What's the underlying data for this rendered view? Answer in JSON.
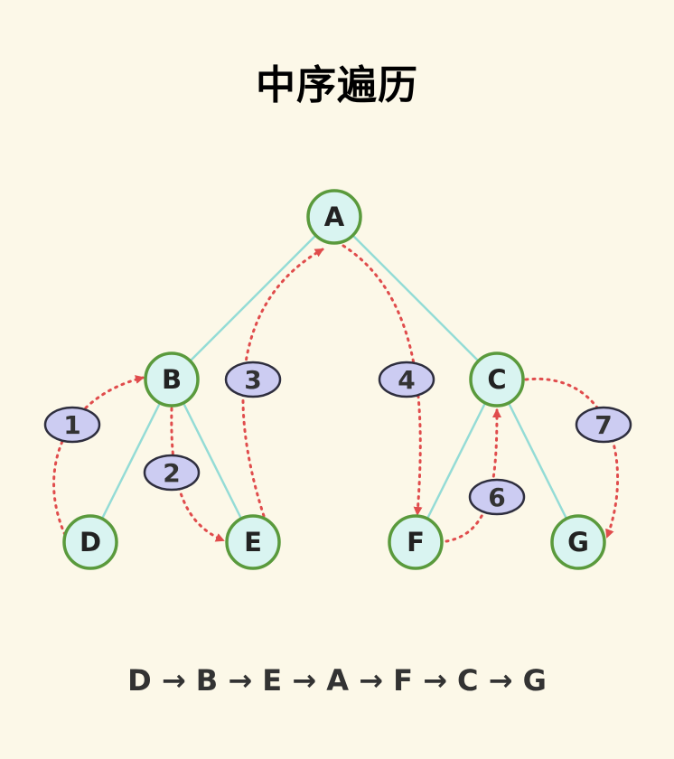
{
  "title": "中序遍历",
  "sequence": "D → B → E → A → F → C → G",
  "colors": {
    "background": "#fcf8e8",
    "node_fill": "#d9f4f1",
    "node_stroke": "#5a9a3c",
    "edge": "#94dcd6",
    "path": "#e04c4c",
    "step_fill": "#ccccf2",
    "step_stroke": "#2e2e3e"
  },
  "nodes": [
    {
      "id": "A",
      "label": "A"
    },
    {
      "id": "B",
      "label": "B"
    },
    {
      "id": "C",
      "label": "C"
    },
    {
      "id": "D",
      "label": "D"
    },
    {
      "id": "E",
      "label": "E"
    },
    {
      "id": "F",
      "label": "F"
    },
    {
      "id": "G",
      "label": "G"
    }
  ],
  "edges": [
    {
      "from": "A",
      "to": "B"
    },
    {
      "from": "A",
      "to": "C"
    },
    {
      "from": "B",
      "to": "D"
    },
    {
      "from": "B",
      "to": "E"
    },
    {
      "from": "C",
      "to": "F"
    },
    {
      "from": "C",
      "to": "G"
    }
  ],
  "steps": [
    {
      "label": "1",
      "from": "D",
      "to": "B"
    },
    {
      "label": "2",
      "from": "B",
      "to": "E"
    },
    {
      "label": "3",
      "from": "E",
      "to": "A"
    },
    {
      "label": "4",
      "from": "A",
      "to": "F"
    },
    {
      "label": "6",
      "from": "F",
      "to": "C"
    },
    {
      "label": "7",
      "from": "C",
      "to": "G"
    }
  ]
}
